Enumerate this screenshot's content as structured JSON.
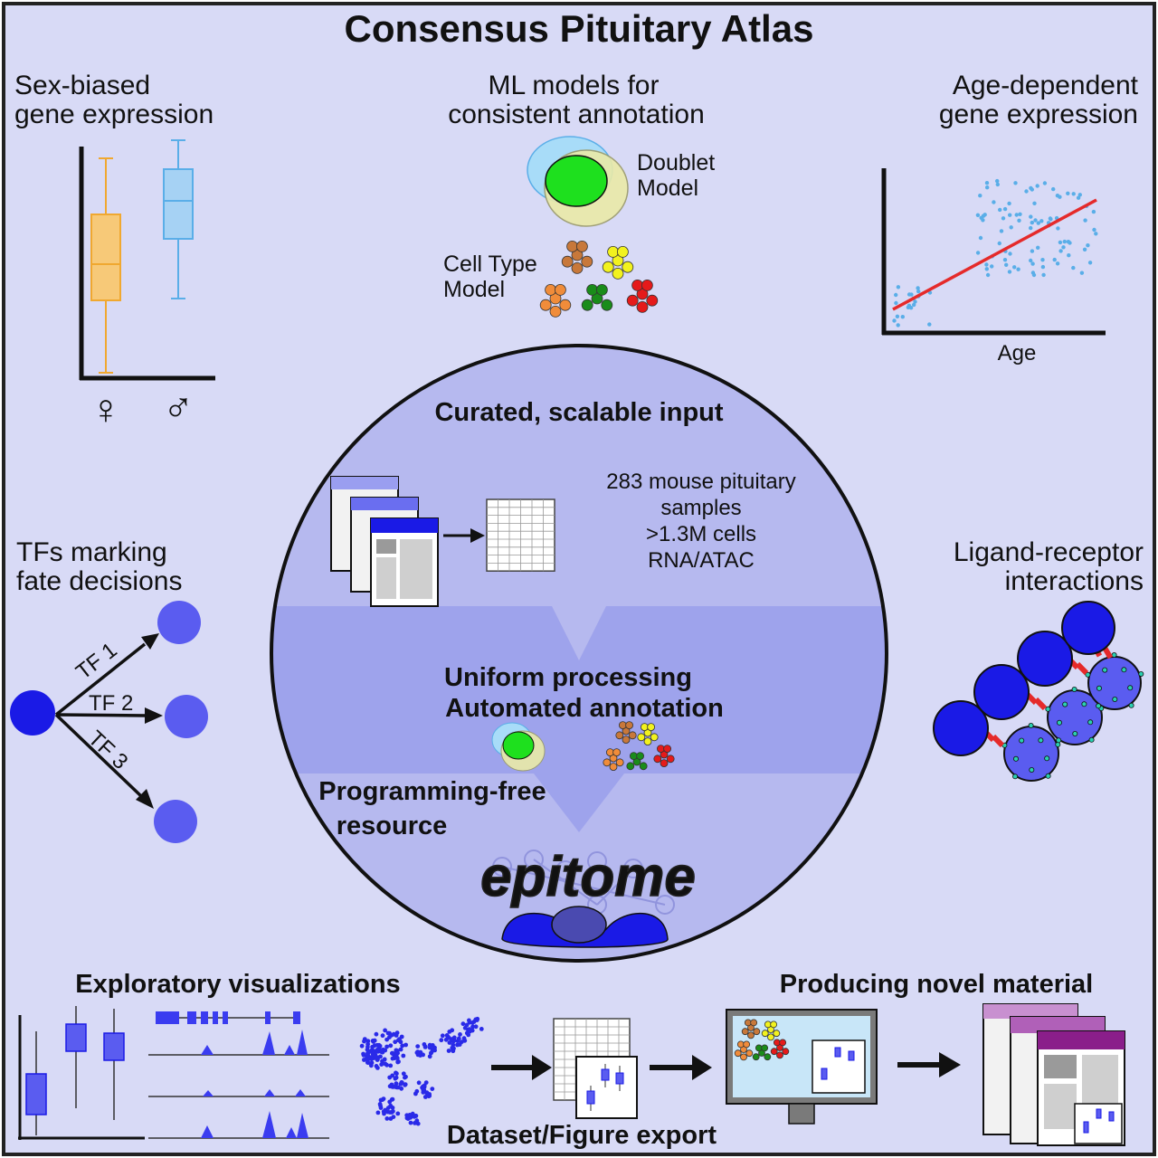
{
  "title": "Consensus Pituitary Atlas",
  "panels": {
    "sex": {
      "line1": "Sex-biased",
      "line2": "gene expression",
      "female": "♀",
      "male": "♂"
    },
    "ml": {
      "line1": "ML models for",
      "line2": "consistent annotation",
      "doublet1": "Doublet",
      "doublet2": "Model",
      "celltype1": "Cell Type",
      "celltype2": "Model"
    },
    "age": {
      "line1": "Age-dependent",
      "line2": "gene expression",
      "xlabel": "Age"
    },
    "tfs": {
      "line1": "TFs marking",
      "line2": "fate decisions",
      "tf1": "TF 1",
      "tf2": "TF 2",
      "tf3": "TF 3"
    },
    "ligand": {
      "line1": "Ligand-receptor",
      "line2": "interactions"
    }
  },
  "center": {
    "input_title": "Curated, scalable input",
    "stats": [
      "283 mouse pituitary",
      "samples",
      ">1.3M cells",
      "RNA/ATAC"
    ],
    "processing1": "Uniform processing",
    "processing2": "Automated annotation",
    "resource1": "Programming-free",
    "resource2": "resource",
    "logo": "epitome"
  },
  "bottom": {
    "exploratory": "Exploratory visualizations",
    "novel": "Producing novel material",
    "export": "Dataset/Figure export"
  },
  "colors": {
    "background": "#d8daf6",
    "circle": "#b4b8ee",
    "band": "#9ea3ec",
    "female": "#f0a830",
    "male": "#5aaee8",
    "trend": "#e52a2a",
    "cell": "#1a1ae6",
    "cell_light": "#5a5cf0"
  }
}
